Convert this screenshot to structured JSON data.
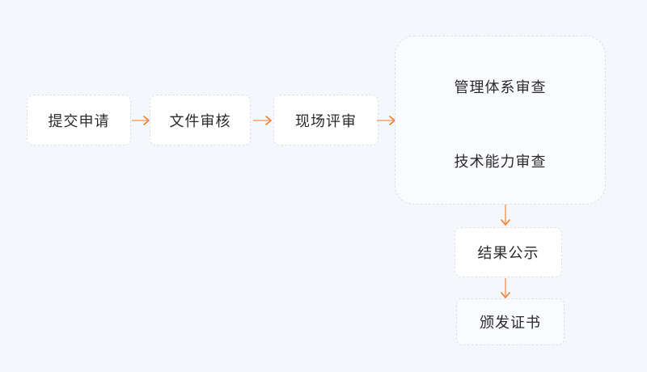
{
  "flowchart": {
    "steps": [
      {
        "label": "提交申请"
      },
      {
        "label": "文件审核"
      },
      {
        "label": "现场评审"
      }
    ],
    "review_group": {
      "items": [
        {
          "label": "管理体系审查"
        },
        {
          "label": "技术能力审查"
        }
      ]
    },
    "post_steps": [
      {
        "label": "结果公示"
      },
      {
        "label": "颁发证书"
      }
    ]
  },
  "icons": {
    "right_arrow": "arrow-right-icon",
    "down_arrow": "arrow-down-icon"
  },
  "colors": {
    "page_background": "#f4f7fc",
    "node_background": "#ffffff",
    "group_background": "rgba(255,255,255,0.5)",
    "dashed_border": "#dce1e7",
    "arrow_line": "#f5a26b",
    "arrow_head": "#ed7c30",
    "text": "#2a2a2a"
  }
}
